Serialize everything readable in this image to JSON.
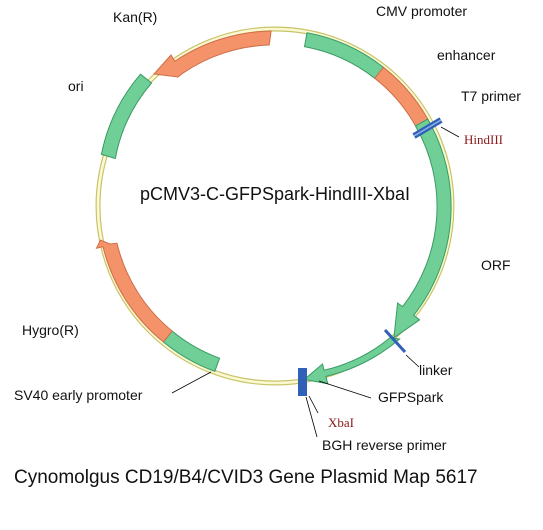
{
  "center_title": "pCMV3-C-GFPSpark-HindIII-XbaI",
  "caption": "Cynomolgus CD19/B4/CVID3 Gene Plasmid Map 5617",
  "colors": {
    "backbone": "#f3f0a8",
    "backbone_edge": "#c9c36a",
    "green": "#6fcf97",
    "orange": "#f4926a",
    "site": "#3060b8"
  },
  "labels": {
    "kan": "Kan(R)",
    "cmv": "CMV promoter",
    "enhancer": "enhancer",
    "t7": "T7 primer",
    "hindiii": "HindIII",
    "ori": "ori",
    "orf": "ORF",
    "hygro": "Hygro(R)",
    "linker": "linker",
    "sv40": "SV40 early promoter",
    "gfpspark": "GFPSpark",
    "xbai": "XbaI",
    "bgh": "BGH reverse primer"
  }
}
